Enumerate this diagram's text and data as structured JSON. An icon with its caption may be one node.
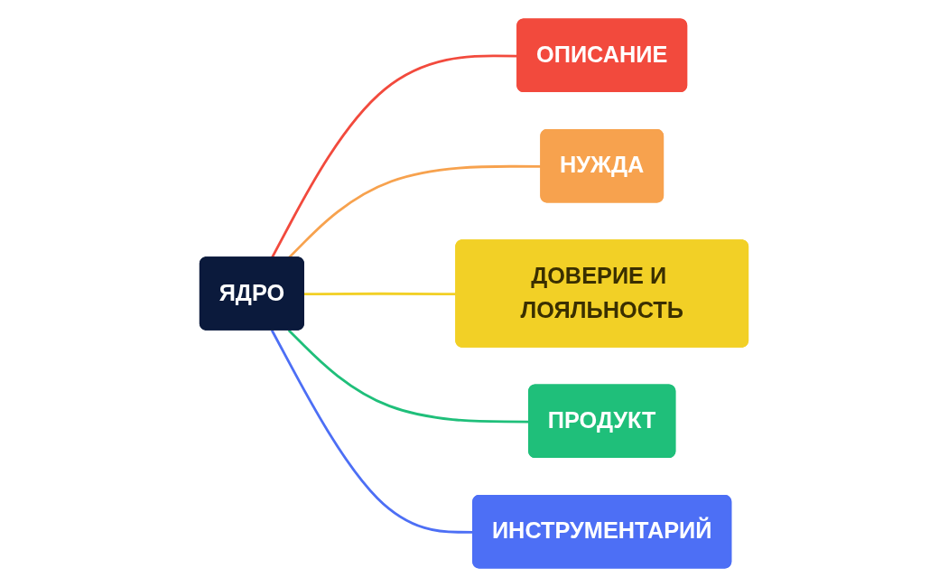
{
  "diagram": {
    "nodes": [
      {
        "text": [
          "ЯДРО"
        ]
      },
      {
        "text": [
          "ОПИСАНИЕ"
        ]
      },
      {
        "text": [
          "НУЖДА"
        ]
      },
      {
        "text": [
          "ДОВЕРИЕ И ЛОЯЛЬНОСТЬ"
        ]
      },
      {
        "text": [
          "ПРОДУКТ"
        ]
      },
      {
        "text": [
          "ИНСТРУМЕНТАРИЙ"
        ]
      }
    ],
    "edges": [
      {
        "from": 0,
        "to": 1,
        "arrow": "none",
        "color": "#f24a3d"
      },
      {
        "from": 0,
        "to": 2,
        "arrow": "none",
        "color": "#f7a24e"
      },
      {
        "from": 0,
        "to": 3,
        "arrow": "none",
        "color": "#f2d026"
      },
      {
        "from": 0,
        "to": 4,
        "arrow": "none",
        "color": "#1fbf7a"
      },
      {
        "from": 0,
        "to": 5,
        "arrow": "none",
        "color": "#4d6ff5"
      }
    ]
  }
}
